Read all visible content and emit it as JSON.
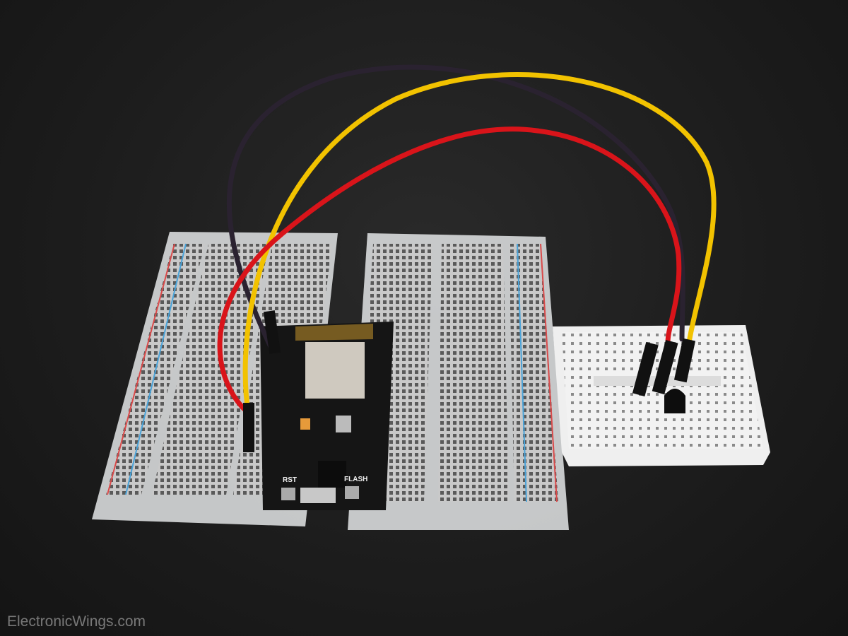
{
  "watermark": "ElectronicWings.com",
  "board": {
    "rst_label": "RST",
    "flash_label": "FLASH"
  },
  "colors": {
    "background": "#1c1c1c",
    "wire_black": "#2a2230",
    "wire_yellow": "#f2c200",
    "wire_red": "#d9141a",
    "board": "#151515",
    "mini_breadboard": "#f2f2f2"
  }
}
